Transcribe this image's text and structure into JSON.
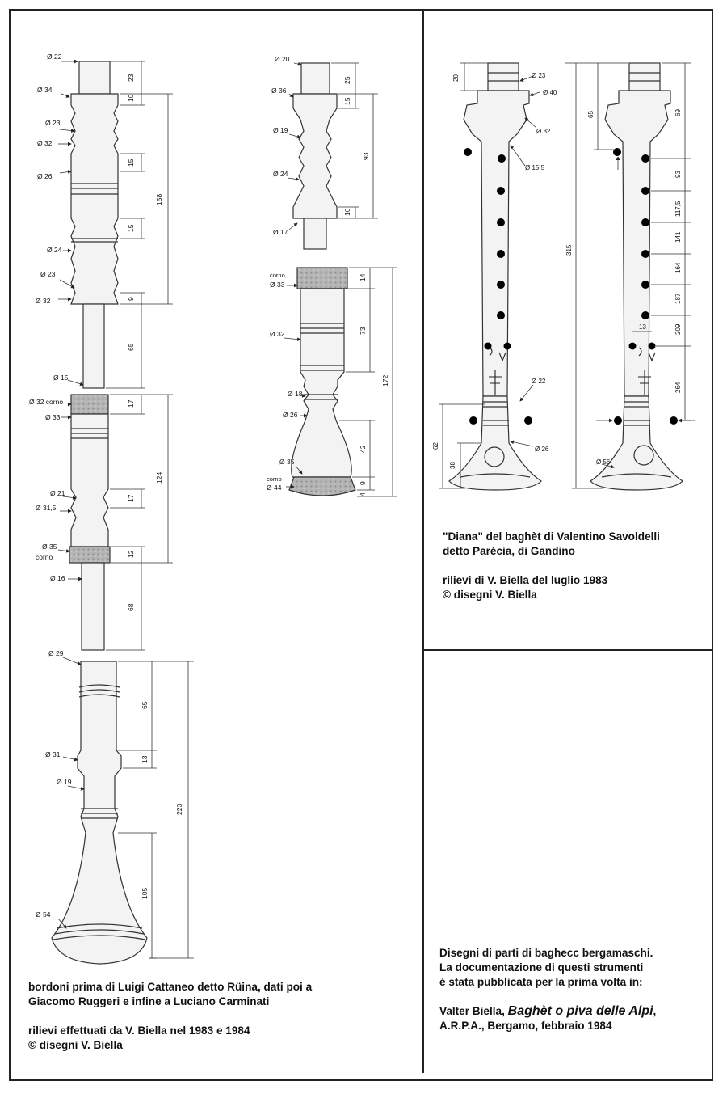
{
  "left_caption": {
    "line1": "bordoni prima di Luigi Cattaneo detto Rüina, dati poi a",
    "line2": "Giacomo Ruggeri e infine a Luciano Carminati",
    "line3": "rilievi effettuati da V. Biella nel 1983 e 1984",
    "line4": "© disegni V. Biella"
  },
  "right_top_caption": {
    "line1": "\"Diana\" del baghèt di Valentino Savoldelli",
    "line2": "detto Parécia, di Gandino",
    "line3": "rilievi di V. Biella del luglio 1983",
    "line4": "© disegni V. Biella"
  },
  "right_bottom_caption": {
    "line1": "Disegni di parti di baghecc bergamaschi.",
    "line2": "La documentazione di questi strumenti",
    "line3": "è stata pubblicata per la prima volta in:",
    "author": "Valter Biella,",
    "book_title": "Baghèt o piva delle Alpi",
    "publisher": "A.R.P.A., Bergamo, febbraio 1984"
  },
  "drone_upper_labels": {
    "d22": "Ø 22",
    "d34": "Ø 34",
    "d23a": "Ø 23",
    "d32a": "Ø 32",
    "d26": "Ø 26",
    "d24": "Ø 24",
    "d23b": "Ø 23",
    "d32b": "Ø 32",
    "d15": "Ø 15",
    "m23": "23",
    "m10": "10",
    "m15a": "15",
    "m15b": "15",
    "m158": "158",
    "m9": "9",
    "m65": "65"
  },
  "drone_middle_labels": {
    "d32corno": "Ø 32 corno",
    "d33": "Ø 33",
    "d21": "Ø 21",
    "d31_5": "Ø 31,5",
    "d35": "Ø 35",
    "corno": "corno",
    "d16": "Ø 16",
    "m17a": "17",
    "m124": "124",
    "m17b": "17",
    "m12": "12",
    "m68": "68"
  },
  "drone_lower_labels": {
    "d29": "Ø 29",
    "d31": "Ø 31",
    "d19": "Ø 19",
    "d54": "Ø 54",
    "m65": "65",
    "m13": "13",
    "m223": "223",
    "m105": "105"
  },
  "small_top_labels": {
    "d20": "Ø 20",
    "d36": "Ø 36",
    "d19": "Ø 19",
    "d24": "Ø 24",
    "d17": "Ø 17",
    "m25": "25",
    "m15": "15",
    "m93": "93",
    "m10": "10"
  },
  "small_bottom_labels": {
    "corno1": "corno",
    "d33": "Ø 33",
    "d32": "Ø 32",
    "d18": "Ø 18",
    "d26": "Ø 26",
    "d35": "Ø 35",
    "corno2": "corno",
    "d44": "Ø 44",
    "m14": "14",
    "m73": "73",
    "m172": "172",
    "m42": "42",
    "m9": "9",
    "m4": "4"
  },
  "chanter_left_labels": {
    "d23": "Ø 23",
    "d40": "Ø 40",
    "d32": "Ø 32",
    "d15_5": "Ø 15,5",
    "d22": "Ø 22",
    "d26": "Ø 26",
    "m20": "20",
    "m62": "62",
    "m38": "38"
  },
  "chanter_right_labels": {
    "d56": "Ø 56",
    "m65": "65",
    "m69": "69",
    "m93": "93",
    "m117_5": "117,5",
    "m141": "141",
    "m164": "164",
    "m187": "187",
    "m209": "209",
    "m13": "13",
    "m264": "264",
    "m315": "315"
  },
  "colors": {
    "line": "#222222",
    "wood": "#f2f2f2",
    "horn": "#a8a8a8",
    "hole": "#000000"
  }
}
